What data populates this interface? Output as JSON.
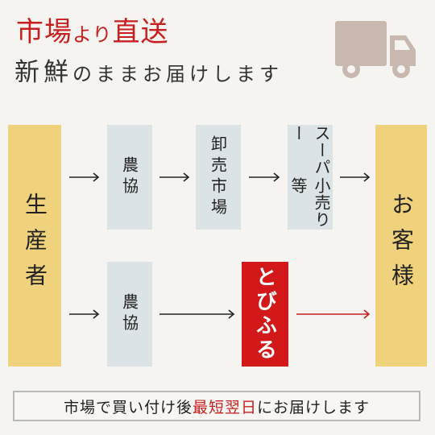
{
  "header": {
    "line1_a": "市場",
    "line1_b": "より",
    "line1_c": "直送",
    "line2_a": "新鮮",
    "line2_b": "のままお届けします"
  },
  "flow": {
    "producer": "生産者",
    "customer": "お客様",
    "upper": {
      "step1": "農協",
      "step2": "卸売市場",
      "step3_col1": "スーパー",
      "step3_col2": "小売り等"
    },
    "lower": {
      "step1": "農協",
      "tobifuru": "とびふる"
    }
  },
  "banner": {
    "text_a": "市場で買い付け後",
    "text_b": "最短翌日",
    "text_c": "にお届けします"
  },
  "colors": {
    "accent_red": "#c71f1f",
    "yellow": "#f0d27c",
    "grey_box": "#dce3e6",
    "truck": "#c8b8ad"
  },
  "icons": {
    "truck": "delivery-truck-icon"
  }
}
